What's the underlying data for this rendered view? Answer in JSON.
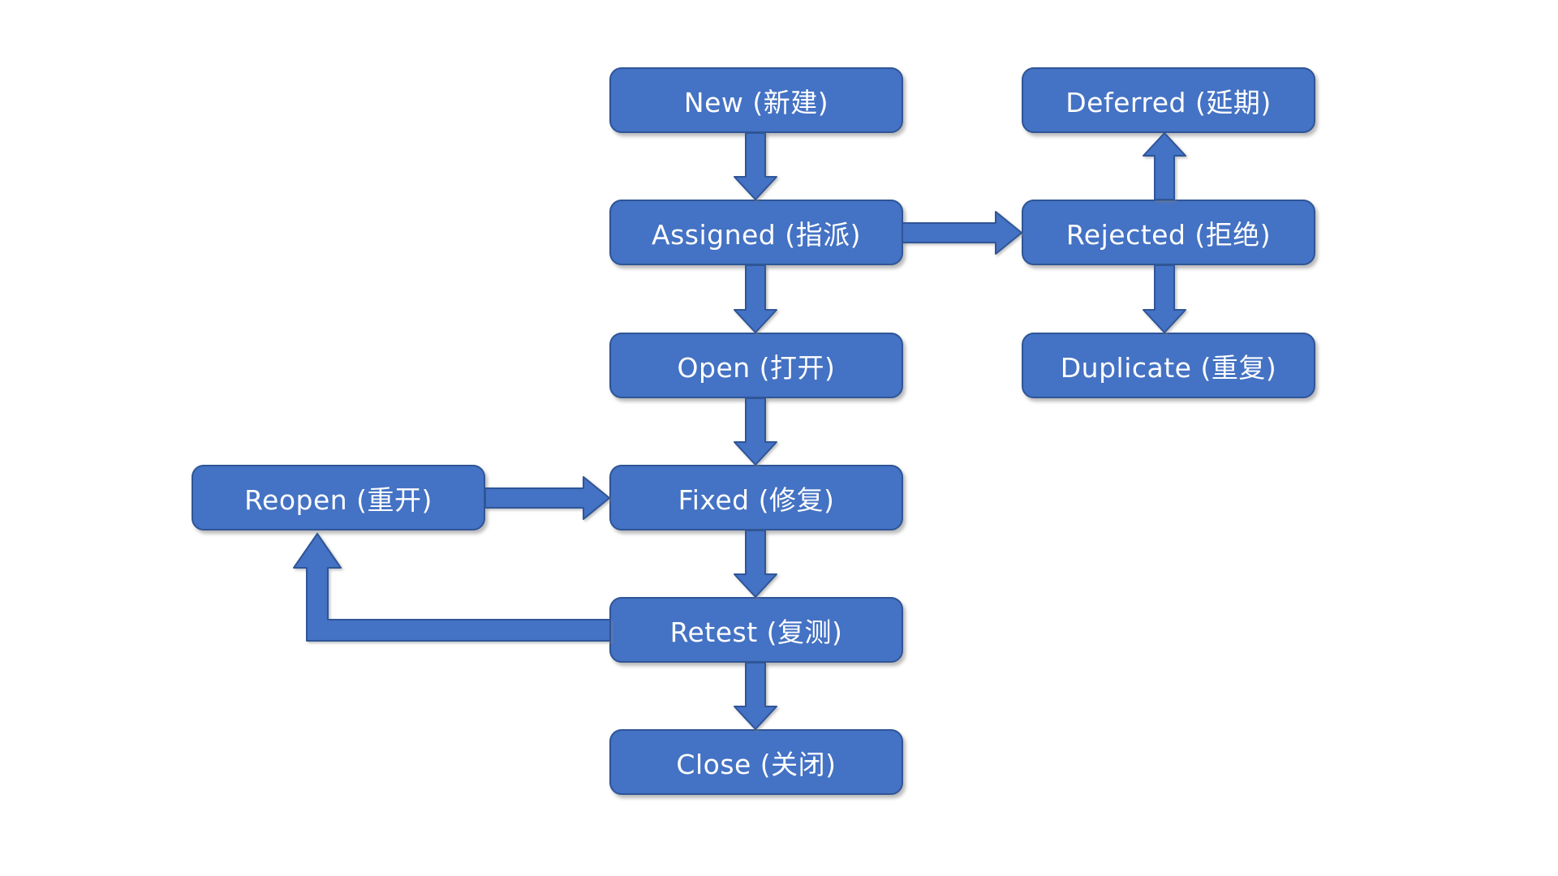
{
  "diagram": {
    "type": "flowchart",
    "nodes": {
      "new": {
        "label": "New (新建)"
      },
      "deferred": {
        "label": "Deferred (延期)"
      },
      "assigned": {
        "label": "Assigned (指派)"
      },
      "rejected": {
        "label": "Rejected (拒绝)"
      },
      "open": {
        "label": "Open (打开)"
      },
      "duplicate": {
        "label": "Duplicate (重复)"
      },
      "reopen": {
        "label": "Reopen (重开)"
      },
      "fixed": {
        "label": "Fixed (修复)"
      },
      "retest": {
        "label": "Retest (复测)"
      },
      "close": {
        "label": "Close (关闭)"
      }
    },
    "edges": [
      {
        "from": "New (新建)",
        "to": "Assigned (指派)",
        "direction": "down"
      },
      {
        "from": "Assigned (指派)",
        "to": "Rejected (拒绝)",
        "direction": "right"
      },
      {
        "from": "Rejected (拒绝)",
        "to": "Deferred (延期)",
        "direction": "up"
      },
      {
        "from": "Rejected (拒绝)",
        "to": "Duplicate (重复)",
        "direction": "down"
      },
      {
        "from": "Assigned (指派)",
        "to": "Open (打开)",
        "direction": "down"
      },
      {
        "from": "Open (打开)",
        "to": "Fixed (修复)",
        "direction": "down"
      },
      {
        "from": "Reopen (重开)",
        "to": "Fixed (修复)",
        "direction": "right"
      },
      {
        "from": "Fixed (修复)",
        "to": "Retest (复测)",
        "direction": "down"
      },
      {
        "from": "Retest (复测)",
        "to": "Reopen (重开)",
        "direction": "left-then-up"
      },
      {
        "from": "Retest (复测)",
        "to": "Close (关闭)",
        "direction": "down"
      }
    ],
    "colors": {
      "node_fill": "#4472c4",
      "node_border": "#2f5597",
      "node_text": "#ffffff",
      "background": "#ffffff"
    }
  }
}
